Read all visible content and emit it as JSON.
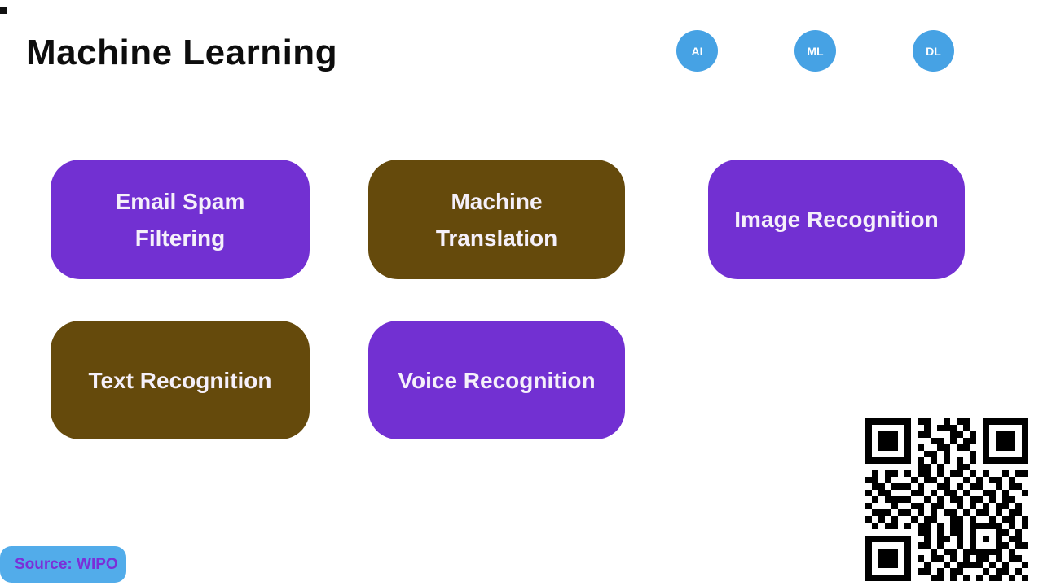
{
  "slide": {
    "title": "Machine Learning",
    "source_label": "Source: WIPO"
  },
  "badges": [
    {
      "label": "AI"
    },
    {
      "label": "ML"
    },
    {
      "label": "DL"
    }
  ],
  "cards": [
    {
      "label": "Email Spam Filtering",
      "color": "#7230D2"
    },
    {
      "label": "Machine Translation",
      "color": "#654A0C"
    },
    {
      "label": "Image Recognition",
      "color": "#7230D2"
    },
    {
      "label": "Text Recognition",
      "color": "#654A0C"
    },
    {
      "label": "Voice Recognition",
      "color": "#7230D2"
    }
  ],
  "colors": {
    "badge_blue": "#46A2E4",
    "purple": "#7230D2",
    "brown": "#654A0C",
    "source_bg": "#52ACEA",
    "source_text": "#7B2FD8",
    "background": "#FFFFFF",
    "title_text": "#0D0D0D",
    "card_text": "#F5F0FA",
    "qr_dark": "#000000"
  },
  "qr": {
    "matrix": [
      "1111111011001011001111111",
      "1000001001011101001000001",
      "1011101011000110101011101",
      "1011101000110101101011101",
      "1011101010011011001011101",
      "1000001001101000101000001",
      "1111111010101010101111111",
      "0000000011010011000000000",
      "0101101011010110101001011",
      "1101000101101001010110100",
      "0110111010011010110010110",
      "1011000110101101001101001",
      "0101111001010110110101100",
      "1000100110110010101011010",
      "0111011010101101011010110",
      "1010100101100110100101101",
      "0101101011010110111110101",
      "0000000011010110100011010",
      "1111111001011010101010110",
      "1000001011010010100011011",
      "1011101000101101111110100",
      "1011101010110101011010110",
      "1011101001001011110101001",
      "1000001011010110001011010",
      "1111111000110101010110101"
    ]
  }
}
